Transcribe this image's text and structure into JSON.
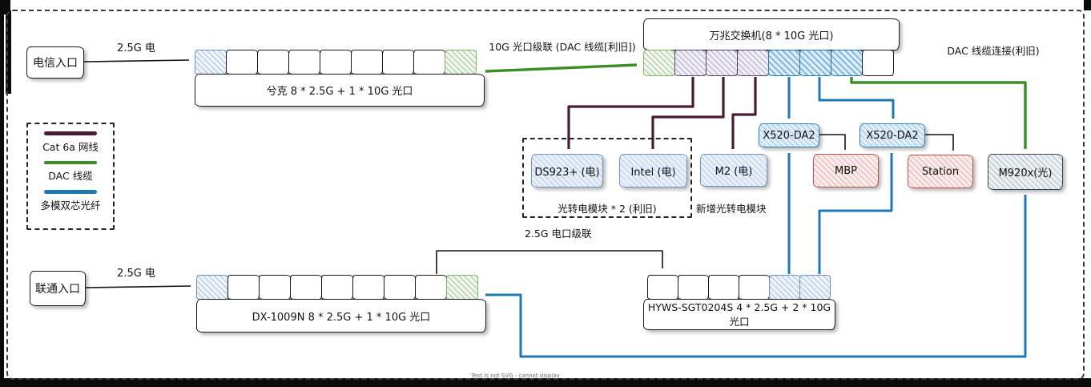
{
  "colors": {
    "cat6a": "#4a1b35",
    "dac": "#3c8c28",
    "fiber": "#1f78b4"
  },
  "legend": {
    "items": [
      {
        "key": "cat6a",
        "label": "Cat 6a 网线"
      },
      {
        "key": "dac",
        "label": "DAC 线缆"
      },
      {
        "key": "fiber",
        "label": "多模双芯光纤"
      }
    ]
  },
  "nodes": {
    "telecom_entry": {
      "label": "电信入口"
    },
    "unicom_entry": {
      "label": "联通入口"
    },
    "xike_switch": {
      "label": "兮克 8 * 2.5G + 1 * 10G 光口",
      "ports": [
        "blue",
        "white",
        "white",
        "white",
        "white",
        "white",
        "white",
        "white",
        "green"
      ]
    },
    "tengig_switch": {
      "label": "万兆交换机(8 * 10G 光口)",
      "ports": [
        "green",
        "purple",
        "purple",
        "purple",
        "cyan",
        "cyan",
        "cyan",
        "white"
      ]
    },
    "dx_switch": {
      "label": "DX-1009N 8 * 2.5G + 1 * 10G 光口",
      "ports": [
        "blue",
        "white",
        "white",
        "white",
        "white",
        "white",
        "white",
        "white",
        "green"
      ]
    },
    "hyws_switch": {
      "label": "HYWS-SGT0204S 4 * 2.5G + 2 * 10G 光口",
      "ports": [
        "white",
        "white",
        "white",
        "white",
        "blue",
        "blue"
      ]
    },
    "ds923": {
      "label": "DS923+ (电)"
    },
    "intel": {
      "label": "Intel (电)"
    },
    "m2": {
      "label": "M2 (电)"
    },
    "x520_a": {
      "label": "X520-DA2"
    },
    "x520_b": {
      "label": "X520-DA2"
    },
    "mbp": {
      "label": "MBP"
    },
    "station": {
      "label": "Station"
    },
    "m920x": {
      "label": "M920x(光)"
    }
  },
  "edge_labels": {
    "telecom_uplink": "2.5G 电",
    "unicom_uplink": "2.5G 电",
    "xike_to_tengig": "10G 光口级联 (DAC 线缆[利旧])",
    "dac_reuse": "DAC 线缆连接(利旧)",
    "copper_cascade": "2.5G 电口级联",
    "module_group": "光转电模块 * 2 (利旧)",
    "module_new": "新增光转电模块"
  },
  "watermark": "Text is not SVG - cannot display"
}
